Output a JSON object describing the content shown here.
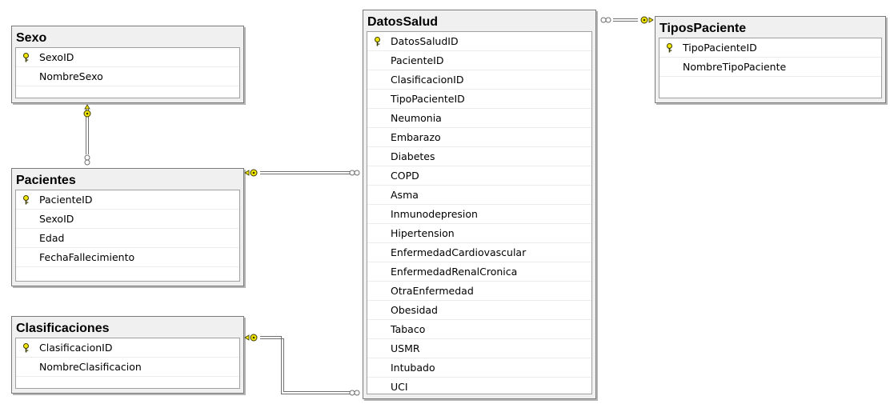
{
  "tables": {
    "sexo": {
      "name": "Sexo",
      "columns": [
        {
          "name": "SexoID",
          "pk": true
        },
        {
          "name": "NombreSexo",
          "pk": false
        }
      ]
    },
    "pacientes": {
      "name": "Pacientes",
      "columns": [
        {
          "name": "PacienteID",
          "pk": true
        },
        {
          "name": "SexoID",
          "pk": false
        },
        {
          "name": "Edad",
          "pk": false
        },
        {
          "name": "FechaFallecimiento",
          "pk": false
        }
      ]
    },
    "clasificaciones": {
      "name": "Clasificaciones",
      "columns": [
        {
          "name": "ClasificacionID",
          "pk": true
        },
        {
          "name": "NombreClasificacion",
          "pk": false
        }
      ]
    },
    "datossalud": {
      "name": "DatosSalud",
      "columns": [
        {
          "name": "DatosSaludID",
          "pk": true
        },
        {
          "name": "PacienteID",
          "pk": false
        },
        {
          "name": "ClasificacionID",
          "pk": false
        },
        {
          "name": "TipoPacienteID",
          "pk": false
        },
        {
          "name": "Neumonia",
          "pk": false
        },
        {
          "name": "Embarazo",
          "pk": false
        },
        {
          "name": "Diabetes",
          "pk": false
        },
        {
          "name": "COPD",
          "pk": false
        },
        {
          "name": "Asma",
          "pk": false
        },
        {
          "name": "Inmunodepresion",
          "pk": false
        },
        {
          "name": "Hipertension",
          "pk": false
        },
        {
          "name": "EnfermedadCardiovascular",
          "pk": false
        },
        {
          "name": "EnfermedadRenalCronica",
          "pk": false
        },
        {
          "name": "OtraEnfermedad",
          "pk": false
        },
        {
          "name": "Obesidad",
          "pk": false
        },
        {
          "name": "Tabaco",
          "pk": false
        },
        {
          "name": "USMR",
          "pk": false
        },
        {
          "name": "Intubado",
          "pk": false
        },
        {
          "name": "UCI",
          "pk": false
        }
      ]
    },
    "tipospaciente": {
      "name": "TiposPaciente",
      "columns": [
        {
          "name": "TipoPacienteID",
          "pk": true
        },
        {
          "name": "NombreTipoPaciente",
          "pk": false
        }
      ]
    }
  },
  "relationships": [
    {
      "one": "Sexo",
      "many": "Pacientes"
    },
    {
      "one": "Pacientes",
      "many": "DatosSalud"
    },
    {
      "one": "Clasificaciones",
      "many": "DatosSalud"
    },
    {
      "one": "TiposPaciente",
      "many": "DatosSalud"
    }
  ],
  "colors": {
    "key_fill": "#f2e600",
    "key_stroke": "#3a3a00",
    "connector": "#707070",
    "title_bar": "#f0f0f0"
  },
  "icons": {
    "primary_key": "key-icon",
    "one_end": "key-icon",
    "many_end": "infinity-icon"
  }
}
